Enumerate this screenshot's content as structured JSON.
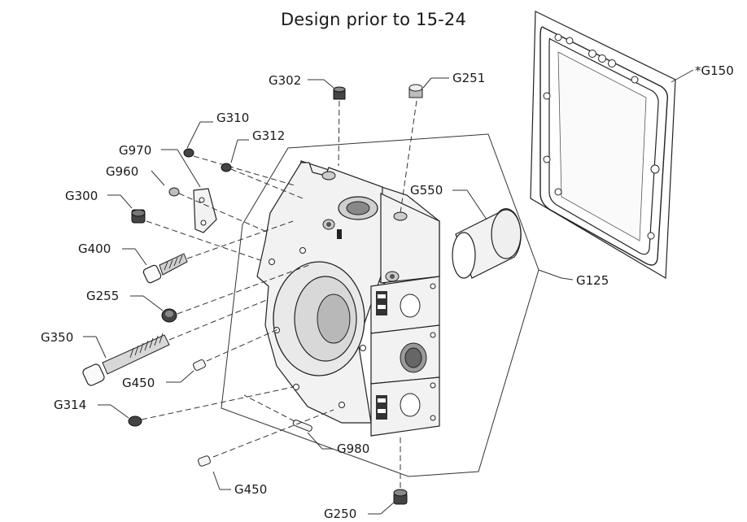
{
  "title": "Design prior to 15-24",
  "labels": {
    "G150": "*G150",
    "G302": "G302",
    "G251": "G251",
    "G310": "G310",
    "G312": "G312",
    "G970": "G970",
    "G960": "G960",
    "G300": "G300",
    "G550": "G550",
    "G400": "G400",
    "G125": "G125",
    "G255": "G255",
    "G350": "G350",
    "G450a": "G450",
    "G314": "G314",
    "G980": "G980",
    "G450b": "G450",
    "G250": "G250"
  }
}
